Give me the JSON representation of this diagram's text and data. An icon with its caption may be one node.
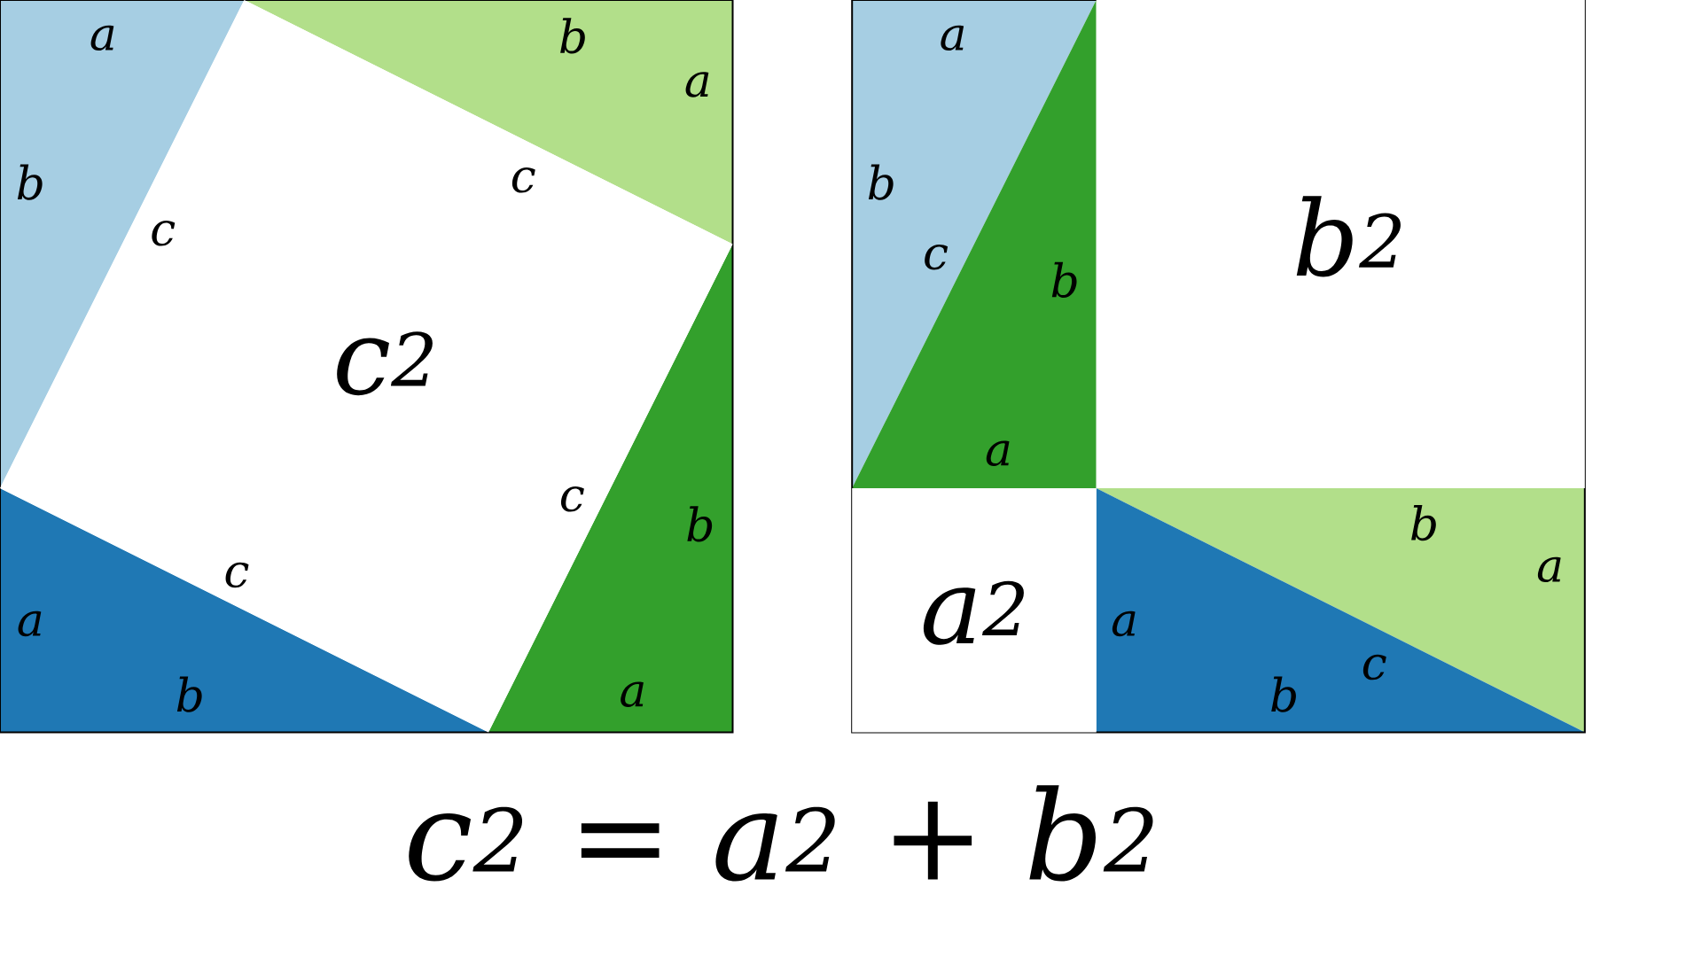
{
  "diagram": {
    "nodes": [
      {
        "text": [
          "c$^{2}$"
        ]
      },
      {
        "text": [
          "b$^{2}$"
        ]
      },
      {
        "text": [
          "a$^{2}$"
        ]
      }
    ],
    "labels": [
      "a",
      "b",
      "a",
      "b",
      "c",
      "c",
      "c",
      "b",
      "c",
      "a",
      "b",
      "a",
      "a",
      "b",
      "c",
      "b",
      "a",
      "b",
      "a",
      "a",
      "c",
      "b",
      "c$^{2}$ = a$^{2}$ + b$^{2}$"
    ]
  }
}
